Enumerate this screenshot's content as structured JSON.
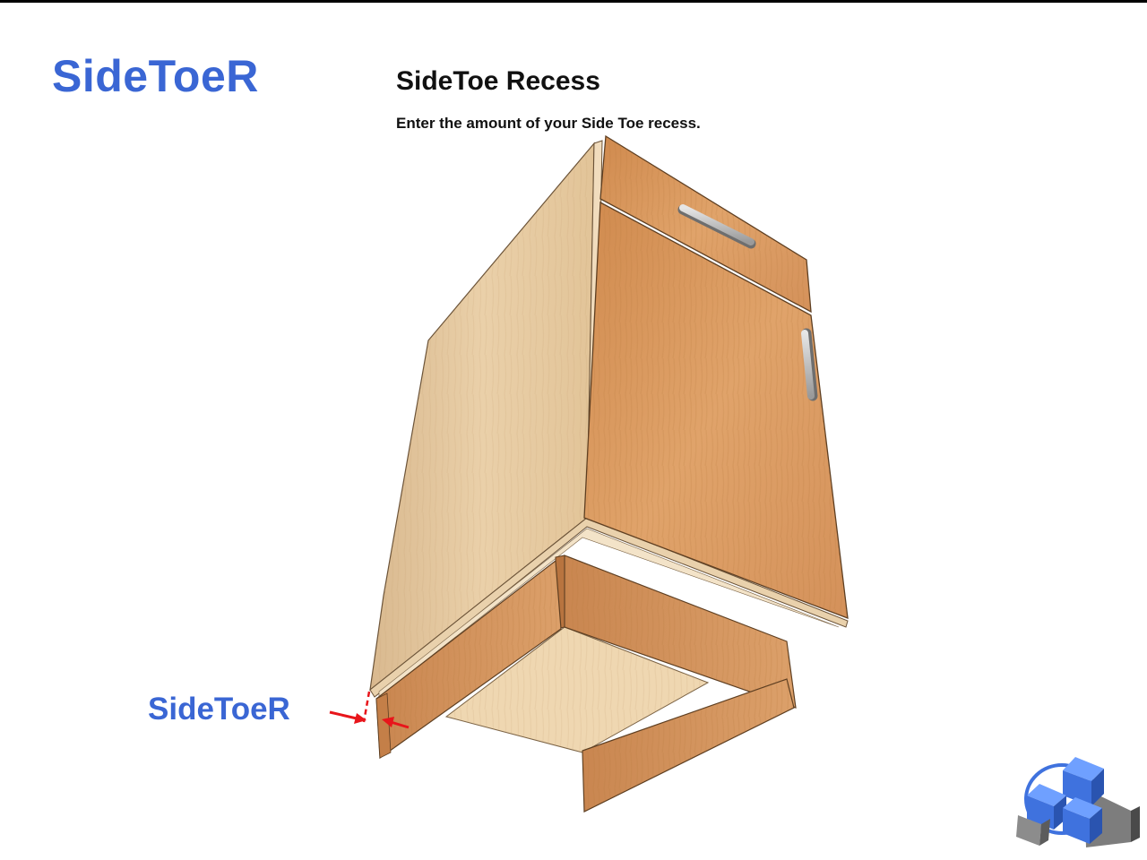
{
  "page": {
    "parameter_code": "SideToeR",
    "title": "SideToe Recess",
    "instruction": "Enter the amount of your Side Toe recess."
  },
  "diagram": {
    "callout_label": "SideToeR",
    "subject": "base-cabinet-with-side-toe-recess",
    "colors": {
      "label_blue": "#3a66d4",
      "side_panel": "#e7c9a0",
      "door_face": "#dc9a5e",
      "toe_kick": "#d8925a",
      "handle": "#b9b9b9",
      "dimension_arrow": "#e8151b",
      "logo_blue": "#3f72de",
      "logo_gray": "#8c8c8c"
    },
    "icons": [
      "cabinet-illustration",
      "dimension-arrow-icon",
      "company-logo-icon"
    ]
  }
}
